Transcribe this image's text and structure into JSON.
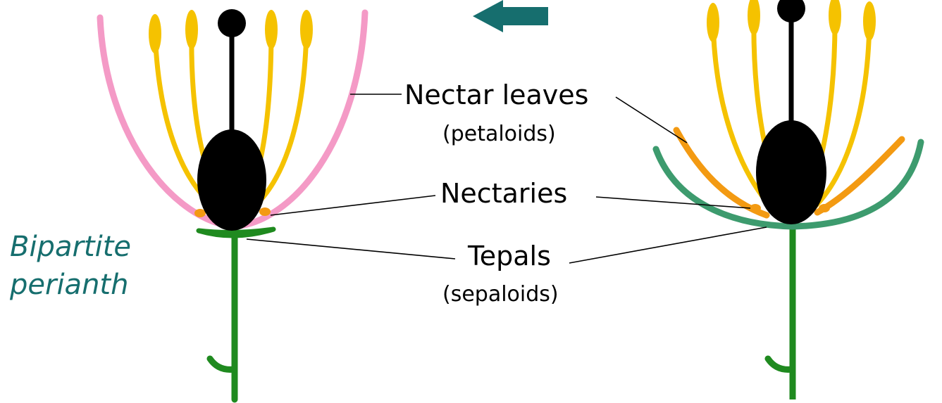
{
  "labels": {
    "nectar_leaves": "Nectar leaves",
    "petaloids": "(petaloids)",
    "nectaries": "Nectaries",
    "tepals": "Tepals",
    "sepaloids": "(sepaloids)"
  },
  "side_label": {
    "line1": "Bipartite",
    "line2": "perianth"
  },
  "colors": {
    "stem": "#1f8a1f",
    "stamen": "#f5c200",
    "pistil": "#000000",
    "nectar_leaf_pink": "#f49ac6",
    "nectar_leaf_orange": "#f39a12",
    "tepal_left": "#1f8a1f",
    "tepal_right": "#3d9b6e",
    "nectary": "#f39a12",
    "arrow": "#166e6e",
    "side_label": "#166e6e",
    "leader_line": "#000000"
  }
}
